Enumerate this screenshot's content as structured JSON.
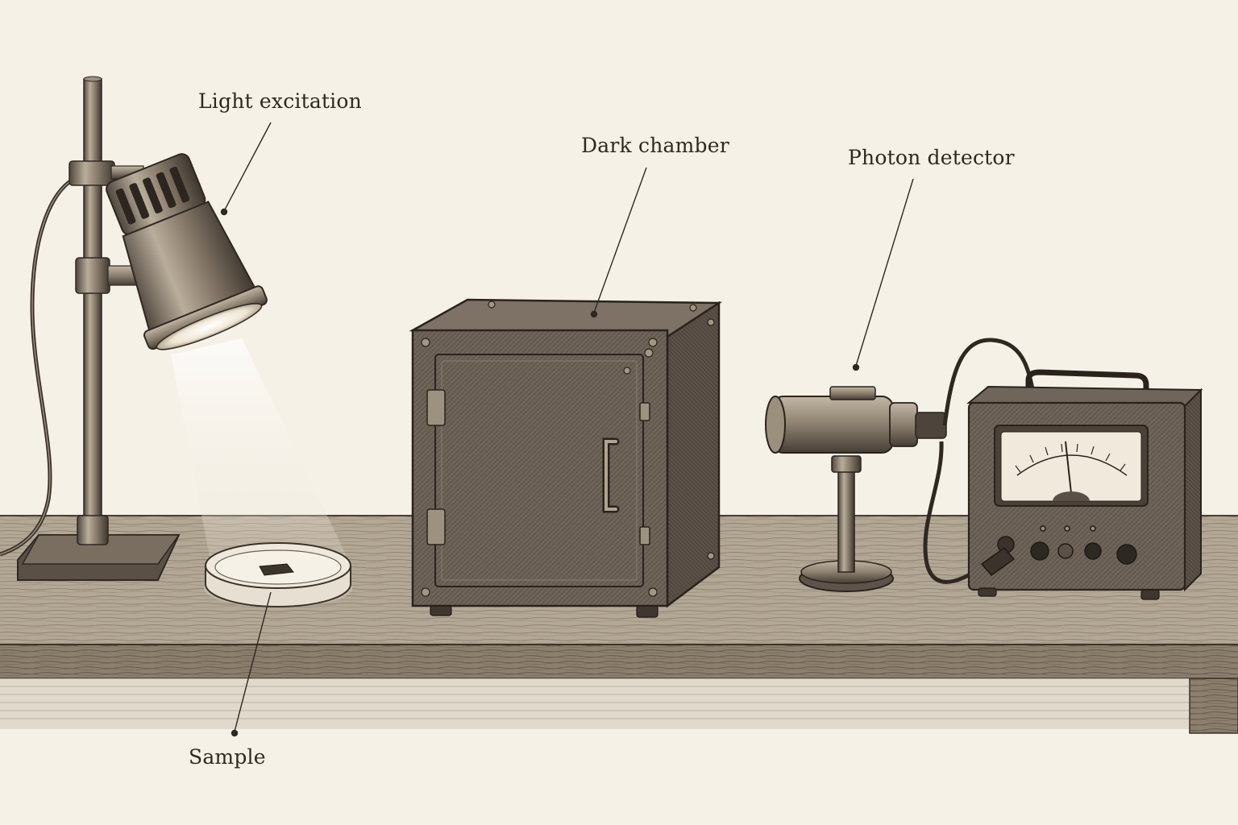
{
  "diagram": {
    "labels": {
      "light_excitation": "Light excitation",
      "dark_chamber": "Dark chamber",
      "photon_detector": "Photon detector",
      "sample": "Sample"
    }
  },
  "colors": {
    "paper": "#f6f1e7",
    "ink": "#2e2822",
    "wood": "#a79a88",
    "wood_dark": "#6d6154",
    "metal": "#8a7d6d",
    "metal_dark": "#4e463d",
    "box": "#6a6055"
  },
  "icons": [
    "lamp-icon",
    "petri-dish-icon",
    "dark-box-icon",
    "detector-icon",
    "meter-icon"
  ]
}
